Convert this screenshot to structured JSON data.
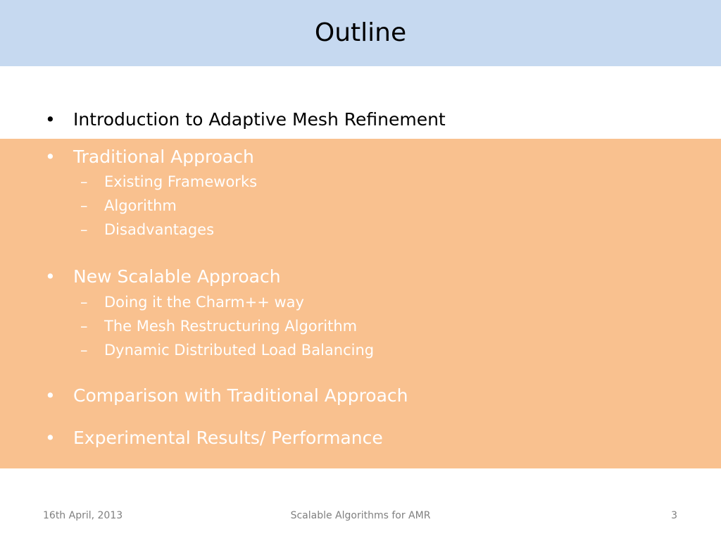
{
  "title": "Outline",
  "bullet_char": "•",
  "dash_char": "–",
  "intro_item": "Introduction to Adaptive Mesh Refinement",
  "sections": [
    {
      "label": "Traditional Approach",
      "subitems": [
        "Existing Frameworks",
        "Algorithm",
        "Disadvantages"
      ]
    },
    {
      "label": "New Scalable Approach",
      "subitems": [
        "Doing it the Charm++ way",
        "The Mesh Restructuring Algorithm",
        "Dynamic Distributed Load Balancing"
      ]
    },
    {
      "label": "Comparison with Traditional Approach",
      "subitems": []
    },
    {
      "label": "Experimental Results/ Performance",
      "subitems": []
    }
  ],
  "footer": {
    "date": "16th April, 2013",
    "center": "Scalable Algorithms for AMR",
    "page": "3"
  },
  "colors": {
    "title_bar": "#c6d9f0",
    "highlight_panel": "#f9c18f",
    "highlight_text": "#ffffff",
    "footer_text": "#7f7f7f"
  }
}
